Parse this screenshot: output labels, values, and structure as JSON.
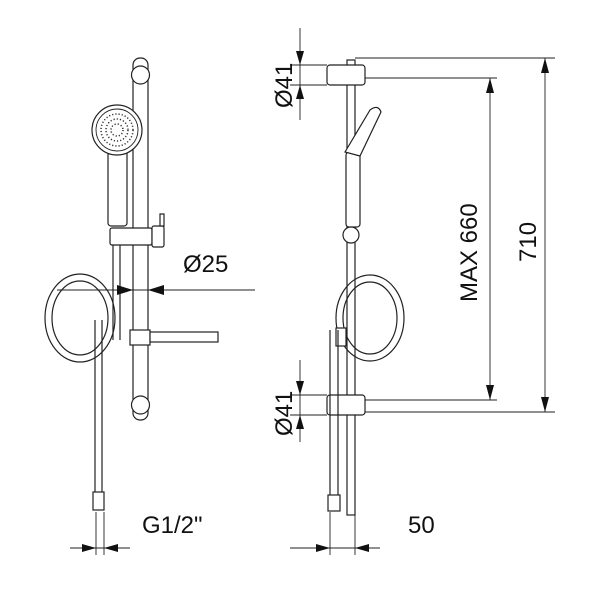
{
  "labels": {
    "diam_top": "Ø41",
    "diam_bottom": "Ø41",
    "diam_rail": "Ø25",
    "max_height": "MAX 660",
    "total_height": "710",
    "thread": "G1/2\"",
    "offset": "50"
  }
}
